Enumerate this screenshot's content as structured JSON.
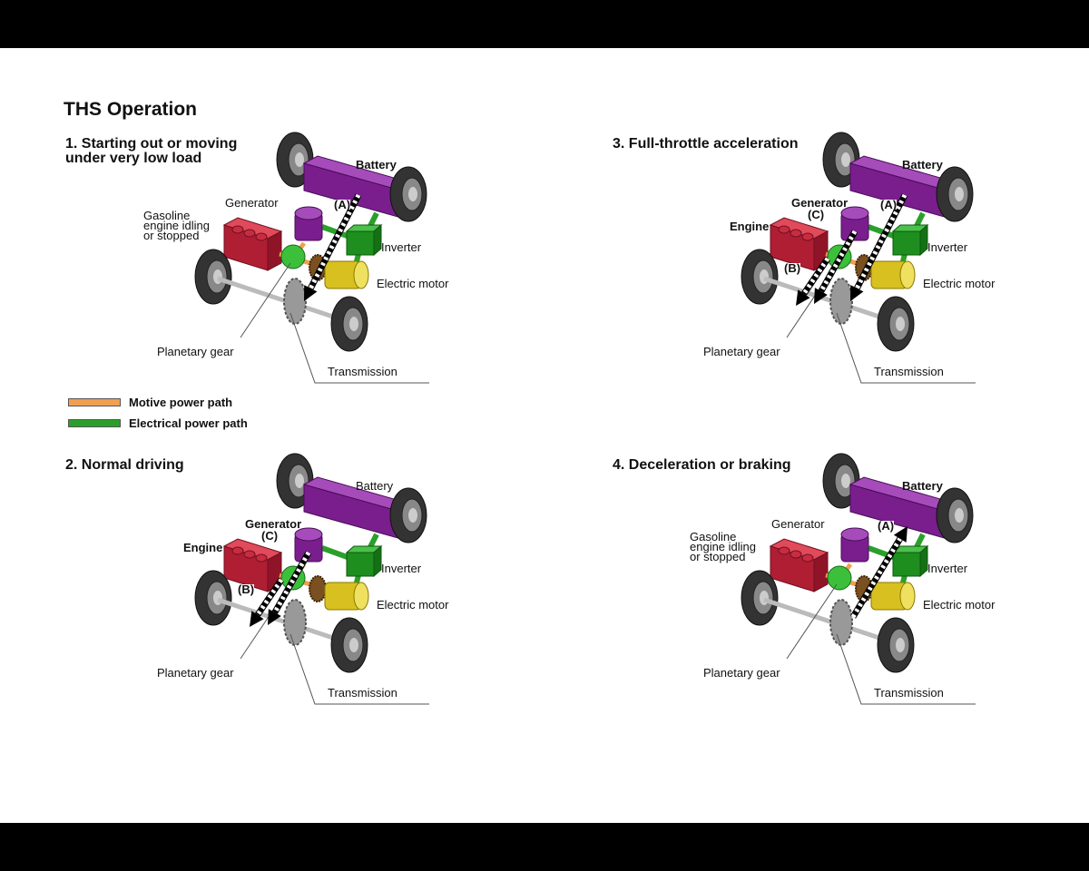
{
  "title": "THS Operation",
  "legend": [
    {
      "label": "Motive power path",
      "color": "#f0a050"
    },
    {
      "label": "Electrical power path",
      "color": "#2aa02a"
    }
  ],
  "colors": {
    "battery": "#8a2a9e",
    "engine": "#c8283c",
    "inverter": "#2aa02a",
    "motor": "#e8d030",
    "planetary": "#3cc03c",
    "tire": "#333333"
  },
  "panels": [
    {
      "title": [
        "1. Starting out or moving",
        "under very low load"
      ],
      "battery": "Battery",
      "battery_bold": true,
      "generator": "Generator",
      "generator_bold": false,
      "generator_tag": "",
      "engine": [
        "Gasoline",
        "engine idling",
        "or stopped"
      ],
      "engine_bold": false,
      "inverter": "Inverter",
      "motor": "Electric motor",
      "planetary": "Planetary gear",
      "transmission": "Transmission",
      "arrows": [
        {
          "tag": "(A)",
          "dir": "down"
        }
      ]
    },
    {
      "title": [
        "2. Normal driving"
      ],
      "battery": "Battery",
      "battery_bold": false,
      "generator": "Generator",
      "generator_bold": true,
      "generator_tag": "(C)",
      "engine": [
        "Engine"
      ],
      "engine_bold": true,
      "inverter": "Inverter",
      "motor": "Electric motor",
      "planetary": "Planetary gear",
      "transmission": "Transmission",
      "arrows": [
        {
          "tag": "(B)",
          "dir": "down"
        },
        {
          "tag": "(C)",
          "dir": "down"
        }
      ]
    },
    {
      "title": [
        "3. Full-throttle acceleration"
      ],
      "battery": "Battery",
      "battery_bold": true,
      "generator": "Generator",
      "generator_bold": true,
      "generator_tag": "(C)",
      "engine": [
        "Engine"
      ],
      "engine_bold": true,
      "inverter": "Inverter",
      "motor": "Electric motor",
      "planetary": "Planetary gear",
      "transmission": "Transmission",
      "arrows": [
        {
          "tag": "(A)",
          "dir": "down"
        },
        {
          "tag": "(B)",
          "dir": "down"
        },
        {
          "tag": "(C)",
          "dir": "down"
        }
      ]
    },
    {
      "title": [
        "4. Deceleration or braking"
      ],
      "battery": "Battery",
      "battery_bold": true,
      "generator": "Generator",
      "generator_bold": false,
      "generator_tag": "",
      "engine": [
        "Gasoline",
        "engine idling",
        "or stopped"
      ],
      "engine_bold": false,
      "inverter": "Inverter",
      "motor": "Electric motor",
      "planetary": "Planetary gear",
      "transmission": "Transmission",
      "arrows": [
        {
          "tag": "(A)",
          "dir": "up"
        }
      ]
    }
  ]
}
